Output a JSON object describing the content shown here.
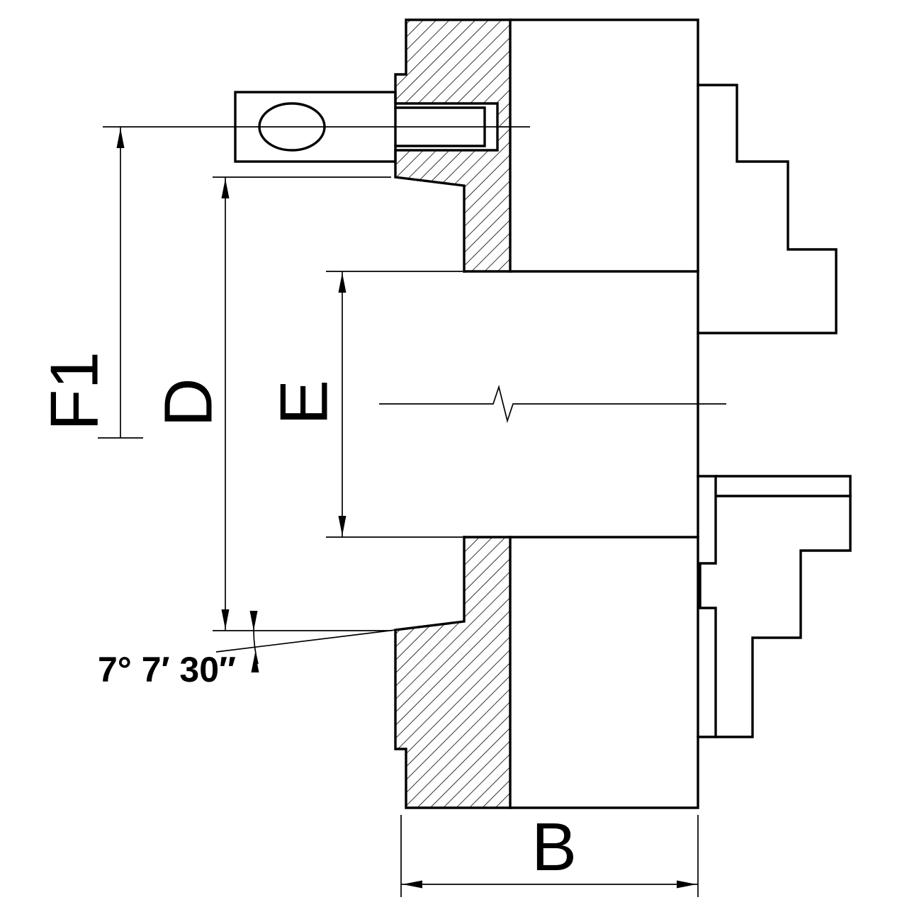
{
  "drawing": {
    "background_color": "#ffffff",
    "line_color": "#000000"
  },
  "labels": {
    "f1": "F1",
    "d": "D",
    "e": "E",
    "b": "B",
    "angle": "7° 7′ 30″"
  }
}
